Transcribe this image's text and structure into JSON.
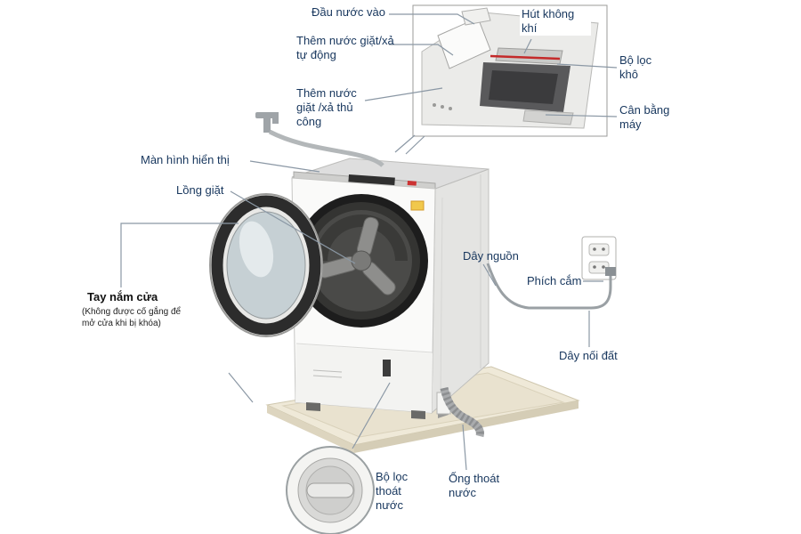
{
  "labels": {
    "dau_nuoc_vao": "Đầu nước vào",
    "hut_khong_khi": "Hút không khí",
    "them_nuoc_tu_dong": "Thêm nước giặt/xả tự động",
    "bo_loc_kho": "Bộ lọc khô",
    "them_nuoc_thu_cong": "Thêm nước giặt /xả thủ công",
    "can_bang_may": "Cân bằng máy",
    "man_hinh_hien_thi": "Màn hình hiển thị",
    "long_giat": "Lồng giặt",
    "tay_nam_cua": "Tay nắm cửa",
    "tay_nam_cua_note": "(Không được cố gắng để mở cửa khi bị khóa)",
    "day_nguon": "Dây nguồn",
    "phich_cam": "Phích cắm",
    "day_noi_dat": "Dây nối đất",
    "ong_thoat_nuoc": "Ống thoát nước",
    "bo_loc_thoat_nuoc": "Bộ lọc thoát nước"
  },
  "colors": {
    "label_text": "#17365d",
    "leader_line": "#8b98a5",
    "accent_red": "#c42a2a",
    "tray": "#efe9d8"
  }
}
